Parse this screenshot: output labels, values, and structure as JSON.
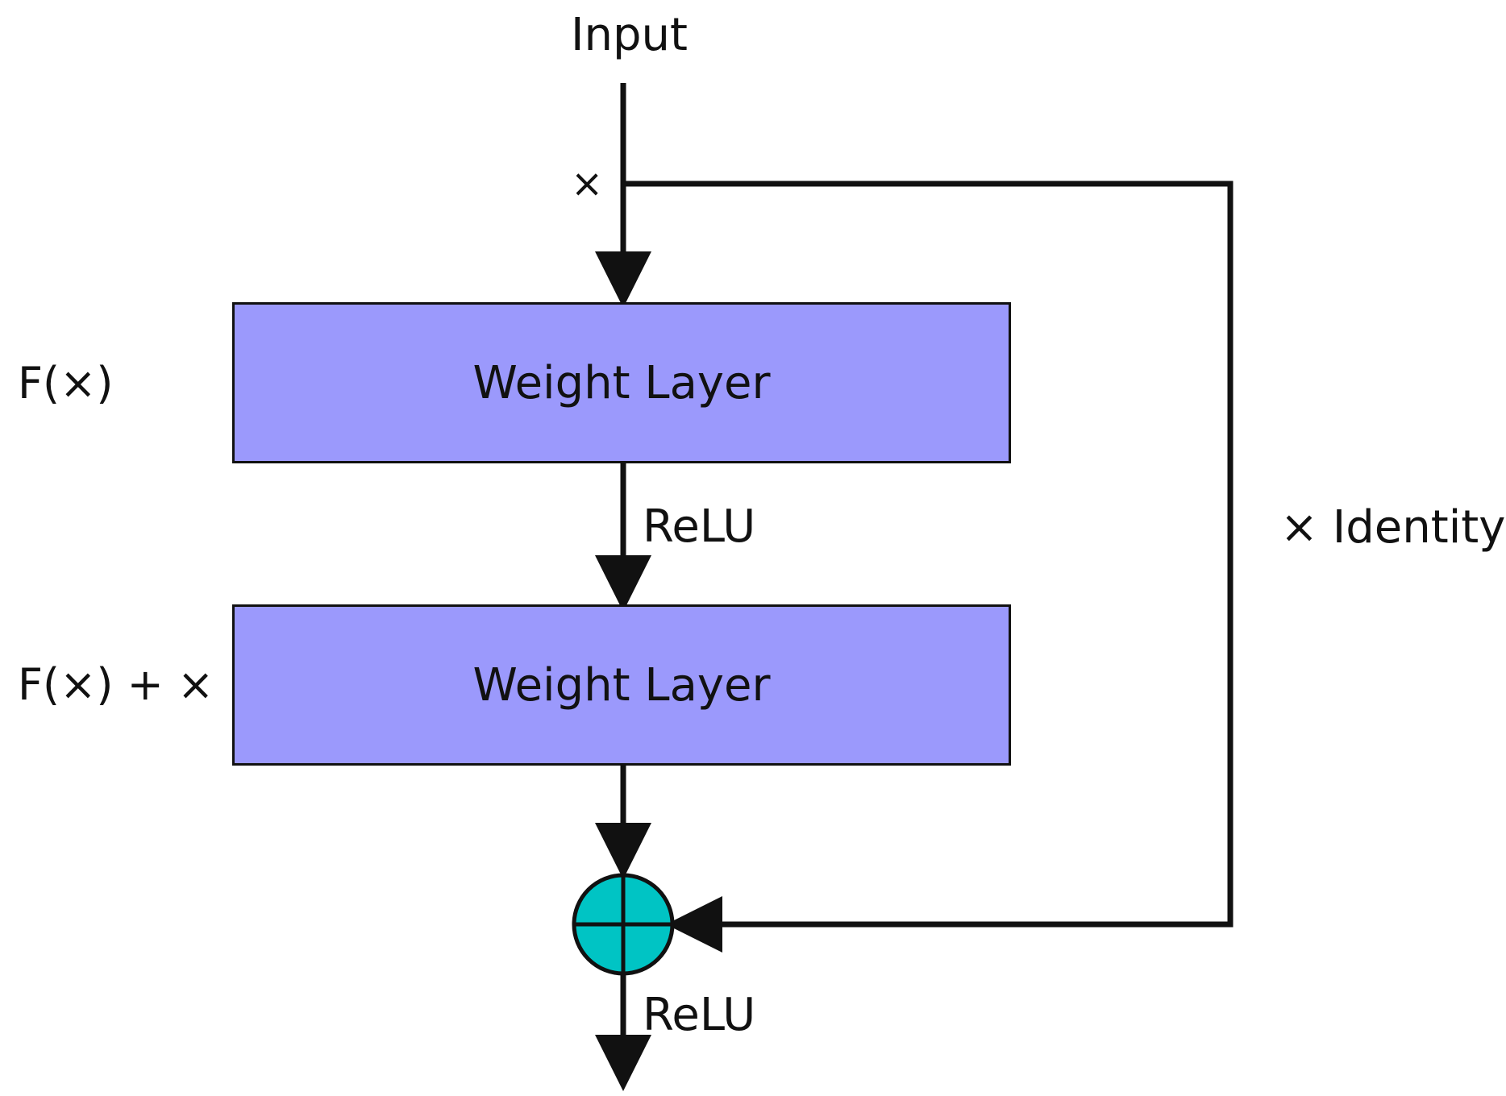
{
  "colors": {
    "layer_fill": "#9b99fc",
    "adder_fill": "#00c4c4",
    "line": "#111111"
  },
  "labels": {
    "input": "Input",
    "x": "×",
    "fx": "F(×)",
    "fx_plus_x": "F(×) + ×",
    "relu_mid": "ReLU",
    "relu_out": "ReLU",
    "identity": "× Identity"
  },
  "layers": [
    {
      "label": "Weight Layer"
    },
    {
      "label": "Weight Layer"
    }
  ],
  "icons": {
    "adder": "circled-plus-icon"
  }
}
